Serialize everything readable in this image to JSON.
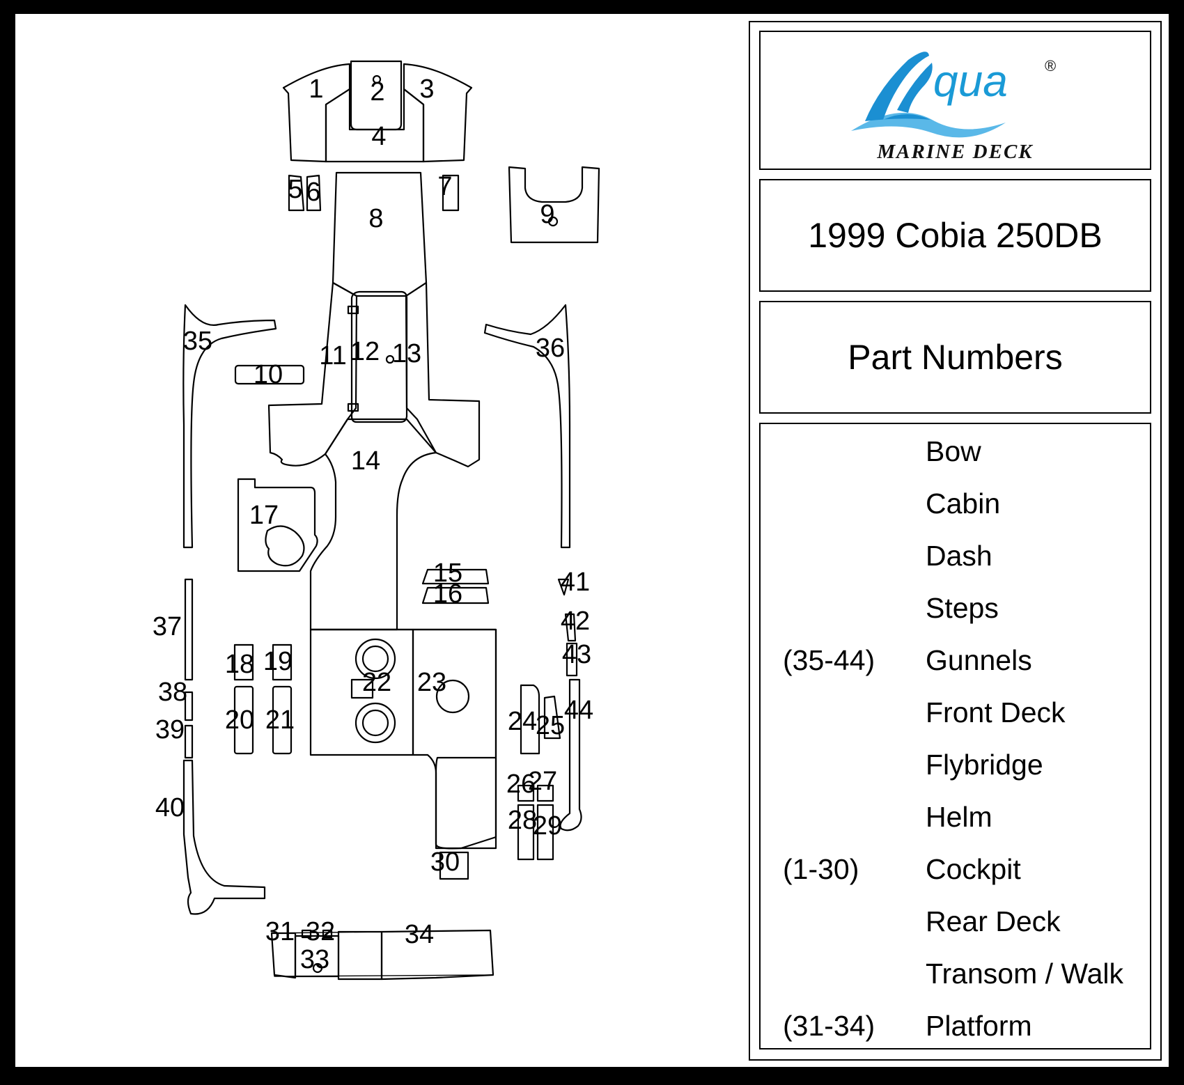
{
  "logo": {
    "word": "qua",
    "registered_mark": "®",
    "subtitle": "MARINE DECK",
    "colors": {
      "wave_dark": "#1b8fd2",
      "wave_light": "#5ab8e8",
      "text": "#1a9ad6"
    }
  },
  "header": {
    "model": "1999 Cobia 250DB",
    "section_title": "Part Numbers"
  },
  "areas": [
    {
      "range": "",
      "name": "Bow"
    },
    {
      "range": "",
      "name": "Cabin"
    },
    {
      "range": "",
      "name": "Dash"
    },
    {
      "range": "",
      "name": "Steps"
    },
    {
      "range": "(35-44)",
      "name": "Gunnels"
    },
    {
      "range": "",
      "name": "Front Deck"
    },
    {
      "range": "",
      "name": "Flybridge"
    },
    {
      "range": "",
      "name": "Helm"
    },
    {
      "range": "(1-30)",
      "name": "Cockpit"
    },
    {
      "range": "",
      "name": "Rear Deck"
    },
    {
      "range": "",
      "name": "Transom / Walk"
    },
    {
      "range": "(31-34)",
      "name": "Platform"
    }
  ],
  "parts": [
    "1",
    "2",
    "3",
    "4",
    "5",
    "6",
    "7",
    "8",
    "9",
    "10",
    "11",
    "12",
    "13",
    "14",
    "15",
    "16",
    "17",
    "18",
    "19",
    "20",
    "21",
    "22",
    "23",
    "24",
    "25",
    "26",
    "27",
    "28",
    "29",
    "30",
    "31",
    "32",
    "33",
    "34",
    "35",
    "36",
    "37",
    "38",
    "39",
    "40",
    "41",
    "42",
    "43",
    "44"
  ]
}
